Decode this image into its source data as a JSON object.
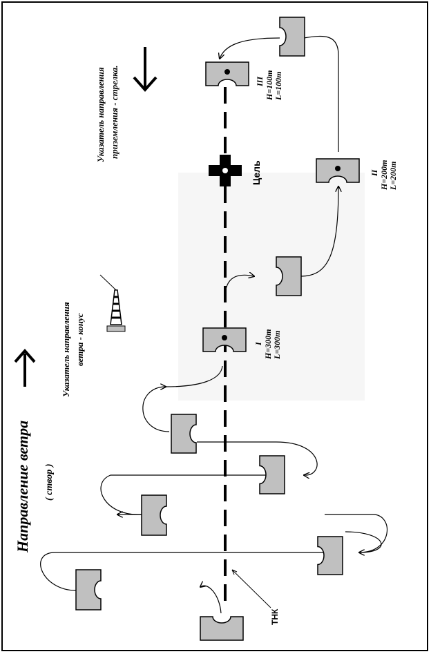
{
  "wind": {
    "title": "Направление ветра",
    "subtitle": "( створ )"
  },
  "cone_label": {
    "line1": "Указатель направления",
    "line2": "ветра  - конус"
  },
  "landing_label": {
    "line1": "Указатель направления",
    "line2": "приземления - стрелка."
  },
  "target_label": "Цель",
  "tnk_label": "ТНК",
  "stages": [
    {
      "num": "I",
      "h": "H=300m",
      "l": "L=300m"
    },
    {
      "num": "II",
      "h": "H=200m",
      "l": "L=200m"
    },
    {
      "num": "III",
      "h": "H=100m",
      "l": "L=100m"
    }
  ],
  "colors": {
    "plane": "#c0c0c0",
    "ink": "#000000",
    "highlight": "#f4f4f4"
  }
}
